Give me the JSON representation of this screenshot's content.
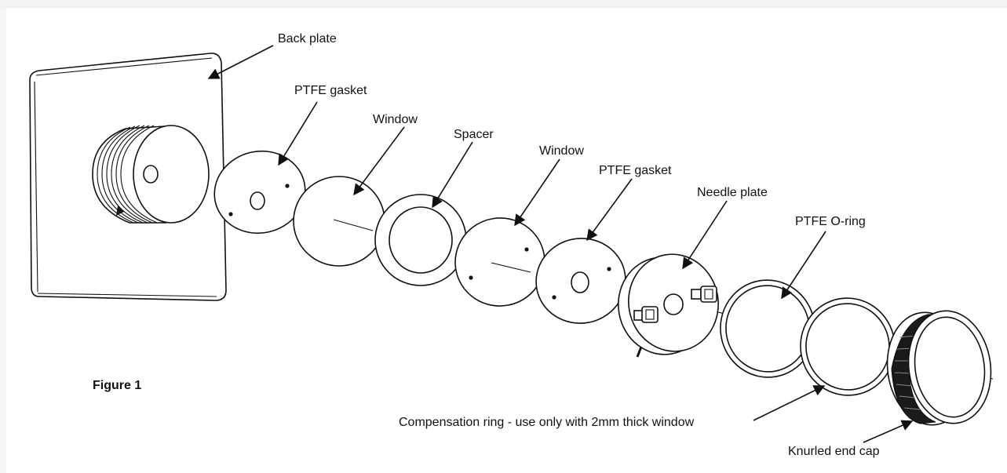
{
  "figure": {
    "caption": "Figure 1"
  },
  "labels": {
    "back_plate": "Back plate",
    "ptfe_gasket_1": "PTFE gasket",
    "window_1": "Window",
    "spacer": "Spacer",
    "window_2": "Window",
    "ptfe_gasket_2": "PTFE gasket",
    "needle_plate": "Needle plate",
    "ptfe_o_ring": "PTFE O-ring",
    "compensation_ring": "Compensation ring - use only with 2mm thick window",
    "knurled_end_cap": "Knurled end cap"
  }
}
